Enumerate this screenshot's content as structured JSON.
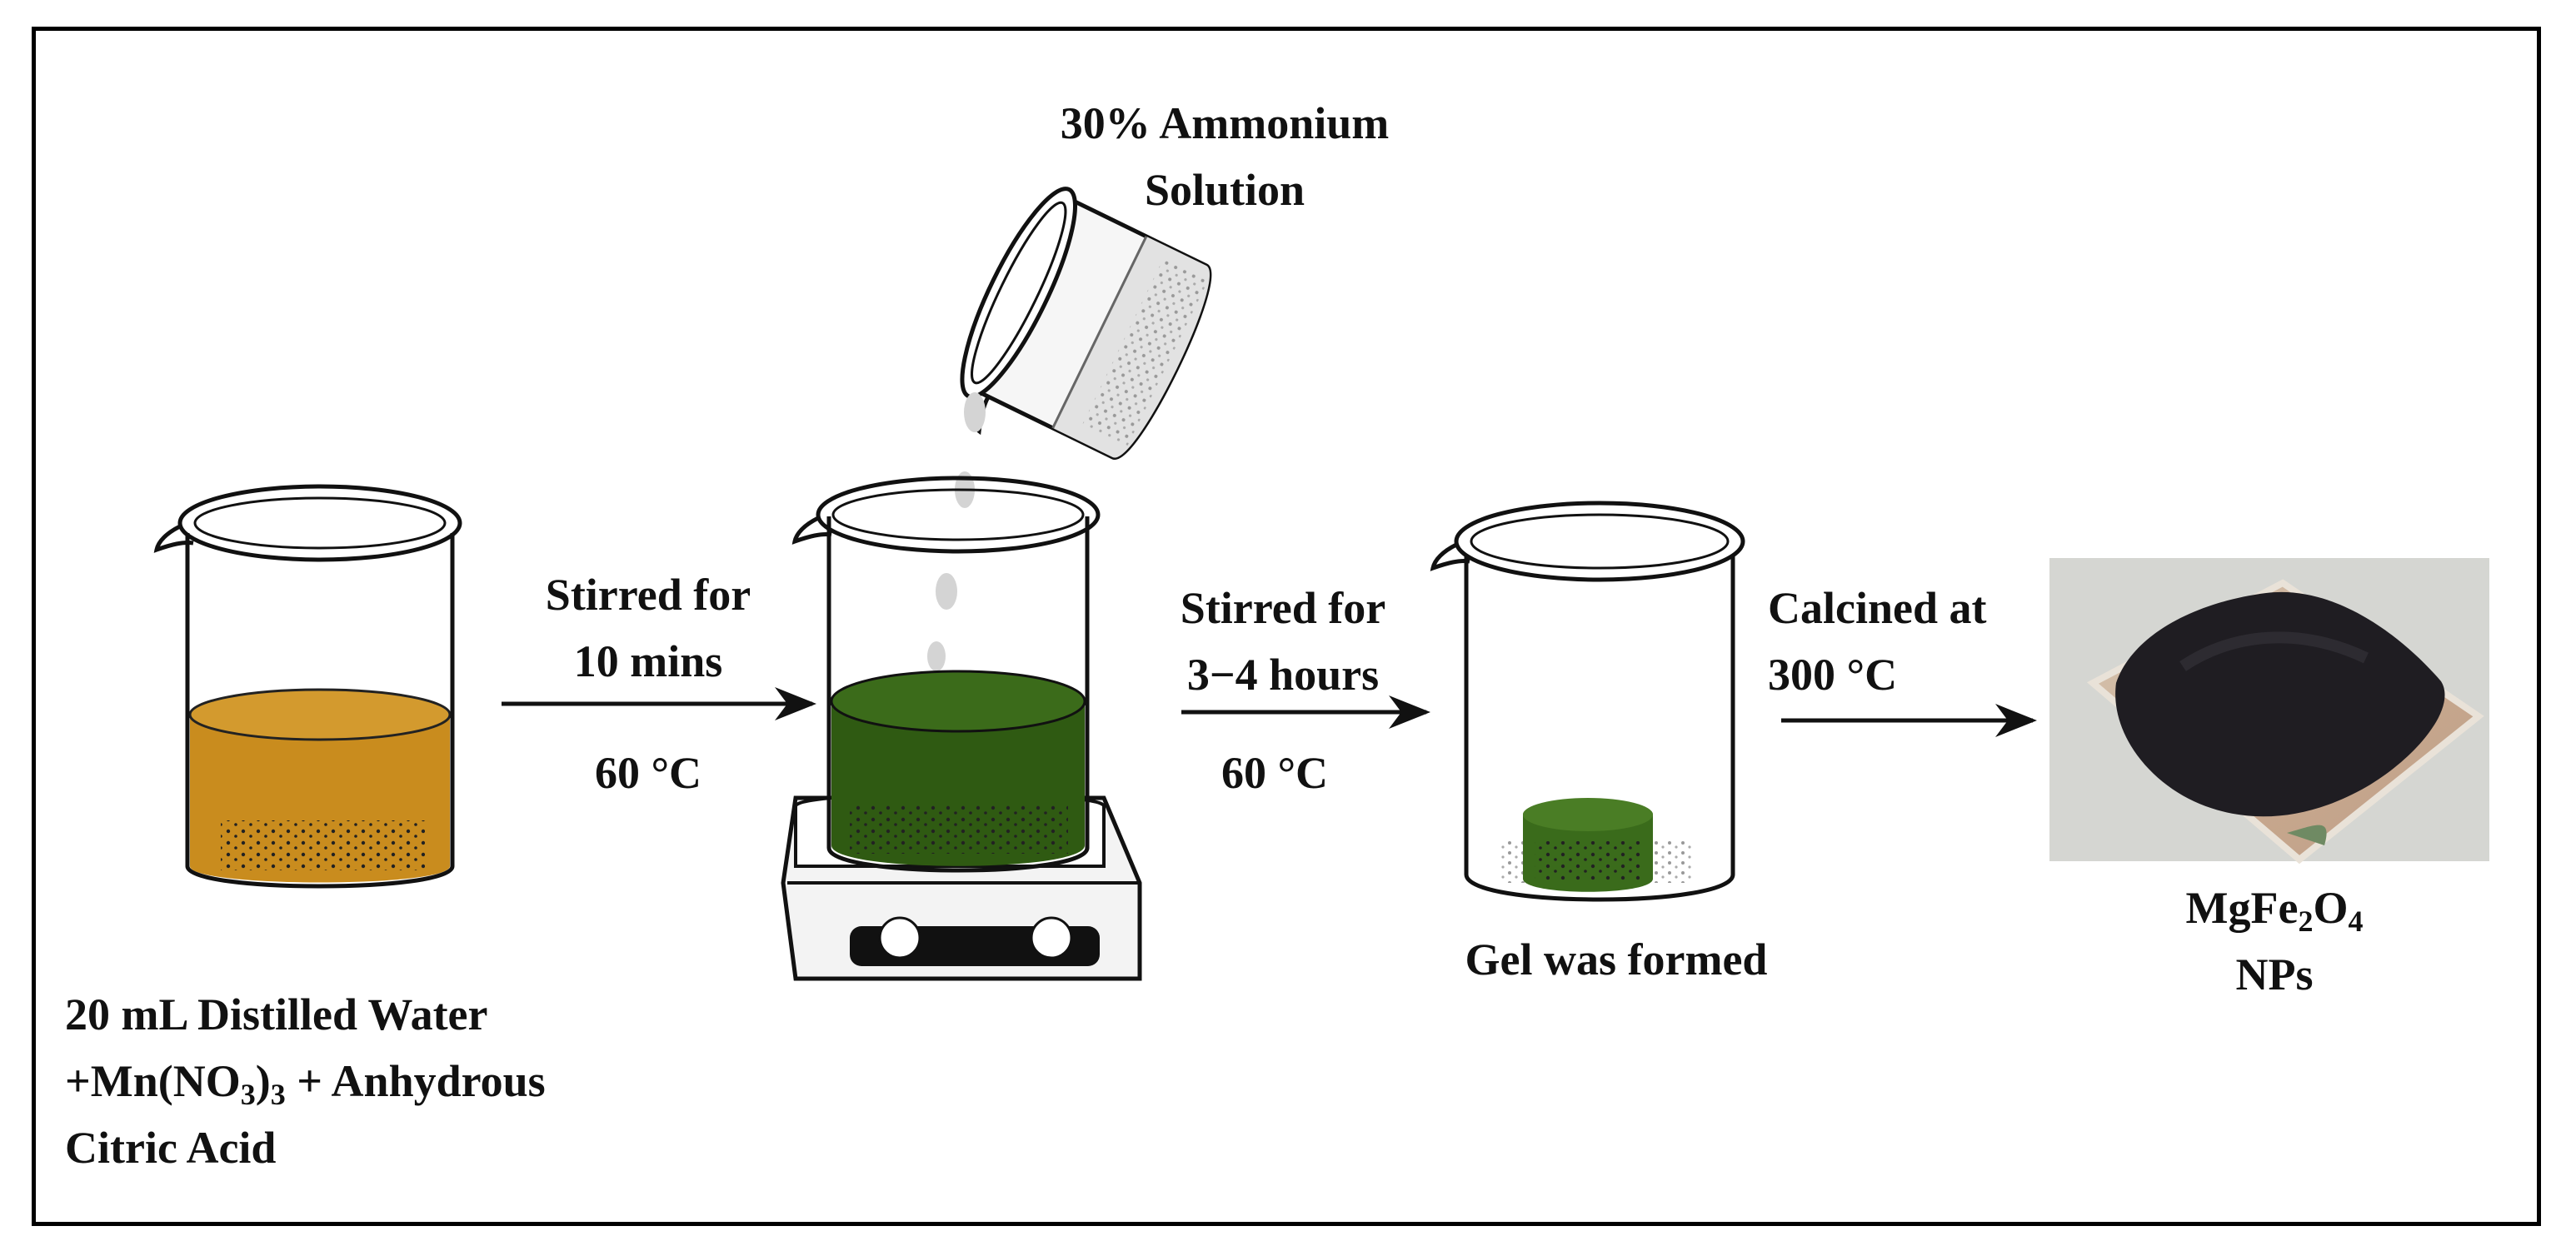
{
  "ammonium_label": [
    "30% Ammonium",
    "Solution"
  ],
  "step1": {
    "label_lines": [
      "20 mL Distilled Water",
      "+Mn(NO",
      "3",
      ")",
      "3",
      " + Anhydrous",
      "Citric Acid"
    ]
  },
  "arrow1": {
    "top_lines": [
      "Stirred for",
      "10 mins"
    ],
    "bottom": "60 °C"
  },
  "arrow2": {
    "top_lines": [
      "Stirred for",
      "3−4 hours"
    ],
    "bottom": "60 °C"
  },
  "step3": {
    "label": "Gel was formed"
  },
  "arrow3": {
    "top_lines": [
      "Calcined at",
      "300 °C"
    ]
  },
  "product": {
    "label_parts": [
      "MgFe",
      "2",
      "O",
      "4"
    ],
    "label_line2": "NPs"
  },
  "colors": {
    "solution_amber": "#c98c1e",
    "solution_green": "#2f5a12",
    "powder_dark": "#1f1d22",
    "outline": "#111111"
  }
}
